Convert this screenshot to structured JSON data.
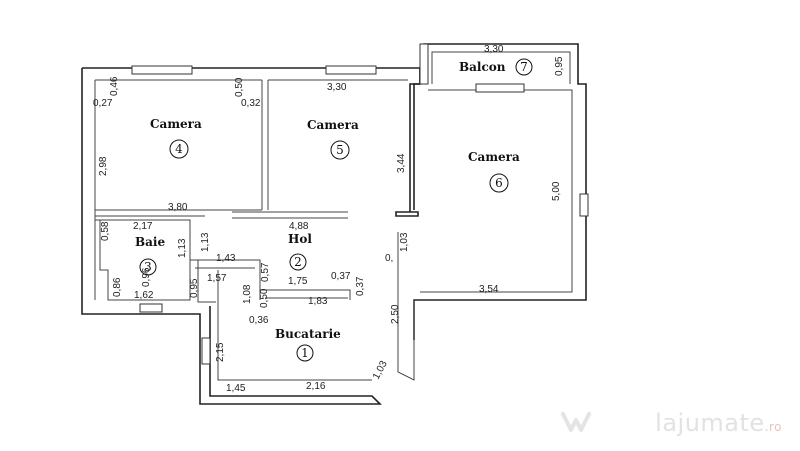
{
  "rooms": {
    "r4": {
      "name": "Camera",
      "number": "4"
    },
    "r5": {
      "name": "Camera",
      "number": "5"
    },
    "r6": {
      "name": "Camera",
      "number": "6"
    },
    "r3": {
      "name": "Baie",
      "number": "3"
    },
    "r2": {
      "name": "Hol",
      "number": "2"
    },
    "r1": {
      "name": "Bucatarie",
      "number": "1"
    },
    "r7": {
      "name": "Balcon",
      "number": "7"
    }
  },
  "dims": {
    "d_330_top": "3,30",
    "d_095": "0,95",
    "d_330_mid": "3,30",
    "d_046": "0,46",
    "d_027": "0,27",
    "d_050": "0,50",
    "d_032": "0,32",
    "d_298": "2,98",
    "d_344": "3,44",
    "d_500": "5,00",
    "d_380": "3,80",
    "d_488": "4,88",
    "d_217": "2,17",
    "d_058": "0,58",
    "d_113a": "1,13",
    "d_113b": "1,13",
    "d_143": "1,43",
    "d_103a": "1,03",
    "d_0": "0,",
    "d_086": "0,86",
    "d_096": "0,96",
    "d_157": "1,57",
    "d_057": "0,57",
    "d_175": "1,75",
    "d_037a": "0,37",
    "d_037b": "0,37",
    "d_162": "1,62",
    "d_095b": "0,95",
    "d_108": "1,08",
    "d_050b": "0,50",
    "d_183": "1,83",
    "d_354": "3,54",
    "d_036": "0,36",
    "d_250": "2,50",
    "d_215": "2,15",
    "d_103b": "1,03",
    "d_145": "1,45",
    "d_216": "2,16"
  },
  "watermark": {
    "brand": "lajumate",
    "tld": ".ro"
  }
}
